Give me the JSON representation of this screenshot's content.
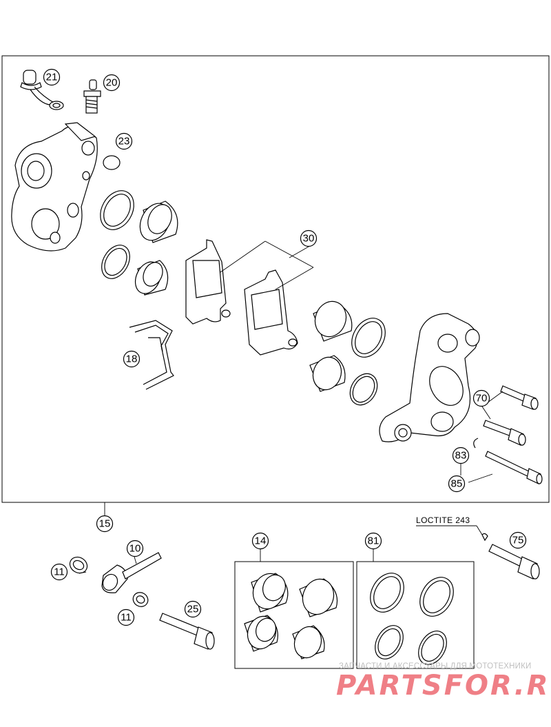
{
  "callouts": {
    "c21": "21",
    "c20": "20",
    "c23": "23",
    "c30": "30",
    "c18": "18",
    "c70": "70",
    "c83": "83",
    "c85": "85",
    "c15": "15",
    "c75": "75",
    "c10": "10",
    "c11a": "11",
    "c11b": "11",
    "c25": "25",
    "c14": "14",
    "c81": "81"
  },
  "loctite_label": "LOCTITE 243",
  "watermark": {
    "line1": "ЗАПЧАСТИ И АКСЕССУАРЫ ДЛЯ МОТОТЕХНИКИ",
    "line2": "PARTSFOR.RU"
  }
}
